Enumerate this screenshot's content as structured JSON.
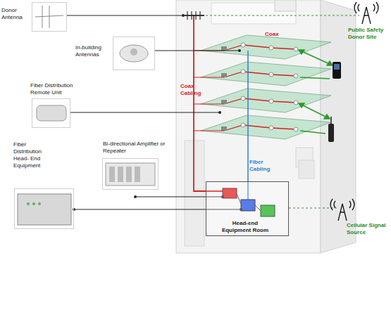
{
  "diagram": {
    "nodes": [
      {
        "text": [
          "Donor Antenna"
        ]
      },
      {
        "text": [
          "In-building Antennas"
        ]
      },
      {
        "text": [
          "Fiber Distribution Remote Unit"
        ]
      },
      {
        "text": [
          "Bi-directional Amplifier or Repeater"
        ]
      },
      {
        "text": [
          "Fiber Distribution Head- End Equipment"
        ]
      },
      {
        "text": [
          "Head-end Equipment Room"
        ]
      }
    ],
    "labels": [
      "Public Safety Donor Site",
      "Coax",
      "Coax Cabling",
      "Fiber Cabling",
      "Cellular Signal Source"
    ]
  }
}
